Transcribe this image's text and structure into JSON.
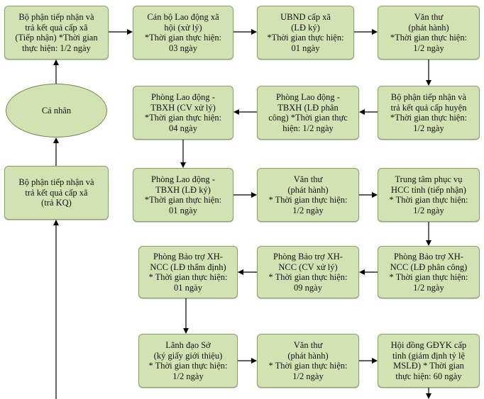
{
  "nodes": {
    "n1": "Bộ phận tiếp nhận và\ntrả kết quả cấp xã\n(Tiếp nhận) *Thời gian\nthực hiện:  1/2 ngày",
    "n2": "Cán bộ Lao động xã\nhội (xử lý)\n*Thời gian thực hiện:\n03 ngày",
    "n3": "UBND cấp xã\n(LĐ ký)\n*Thời gian thực hiện:\n01 ngày",
    "n4": "Văn thư\n(phát hành)\n*Thời gian thực hiện:\n1/2 ngày",
    "n5": "Bộ phận tiếp nhận và\ntrả kết quả cấp huyện\n*Thời gian thực hiện:\n1/2 ngày",
    "n6": "Phòng Lao động -\nTBXH (LĐ phân\ncông)  *Thời gian thực\nhiện:  1/2 ngày",
    "n7": "Phòng Lao động -\nTBXH (CV xử lý)\n*Thời gian thực hiện:\n04 ngày",
    "n8": "Phòng Lao động -\nTBXH (LĐ ký)\n*Thời gian thực hiện:\n01 ngày",
    "n9": "Văn thư\n(phát hành)\n* Thời gian thực hiện:\n1/2 ngày",
    "n10": "Trung tâm phục vụ\nHCC tỉnh (tiếp nhận)\n* Thời gian thực hiện:\n1/2  ngày",
    "n11": "Phòng Bảo trợ XH-\nNCC (LĐ phân công)\n* Thời gian thực hiện:\n1/2 ngày",
    "n12": "Phòng Bảo trợ XH-\nNCC (CV xử lý)\n* Thời gian thực hiện:\n09  ngày",
    "n13": "Phòng Bảo trợ XH-\nNCC (LĐ thẩm định)\n* Thời gian thực hiện:\n01 ngày",
    "n14": "Lãnh đạo Sở\n(ký  giấy giới thiệu)\n* Thời gian thực hiện:\n1/2 ngày",
    "n15": "Văn thư\n(phát hành)\n* Thời gian thực hiện:\n1/2 ngày",
    "n16": "Hội đồng GĐYK cấp\ntỉnh (giám định tỷ lệ\nMSLĐ) * Thời gian\nthực hiện:  60 ngày",
    "n17": "Bộ phận tiếp nhận và\ntrả kết quả cấp xã\n(trả KQ)",
    "person": "Cá nhân"
  },
  "colors": {
    "box_fill": "#d2e3b3",
    "box_border": "#8aa06a",
    "arrow": "#000000"
  }
}
